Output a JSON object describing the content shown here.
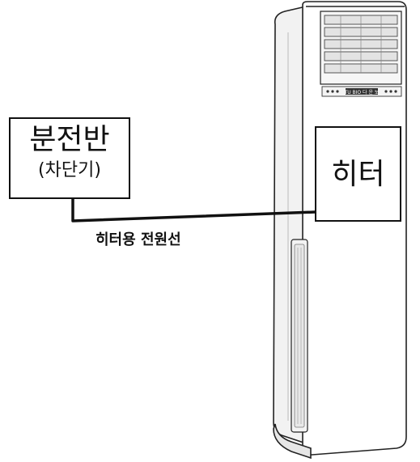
{
  "panel": {
    "title": "분전반",
    "subtitle": "(차단기)"
  },
  "heater": {
    "label": "히터"
  },
  "cable": {
    "label": "히터용 전원선"
  },
  "unit": {
    "display_text": "TU BIO 다 운 보",
    "body_color": "#ffffff",
    "outline_color": "#222222",
    "shade_color": "#d9d9d9"
  }
}
